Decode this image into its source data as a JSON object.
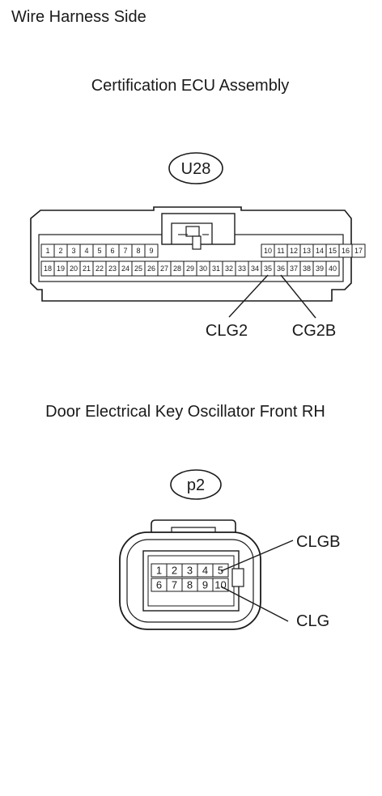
{
  "view_label": "Wire Harness Side",
  "connectors": [
    {
      "id": "u28",
      "component": "Certification ECU Assembly",
      "code": "U28",
      "pins_row1": [
        "1",
        "2",
        "3",
        "4",
        "5",
        "6",
        "7",
        "8",
        "9",
        "",
        "",
        "",
        "",
        "",
        "",
        "",
        "",
        "10",
        "11",
        "12",
        "13",
        "14",
        "15",
        "16",
        "17"
      ],
      "pins_row2": [
        "18",
        "19",
        "20",
        "21",
        "22",
        "23",
        "24",
        "25",
        "26",
        "27",
        "28",
        "29",
        "30",
        "31",
        "32",
        "33",
        "34",
        "35",
        "36",
        "37",
        "38",
        "39",
        "40"
      ],
      "terminals": [
        {
          "name": "CLG2",
          "pin": "35"
        },
        {
          "name": "CG2B",
          "pin": "36"
        }
      ]
    },
    {
      "id": "p2",
      "component": "Door Electrical Key Oscillator Front RH",
      "code": "p2",
      "pins_row1": [
        "1",
        "2",
        "3",
        "4",
        "5"
      ],
      "pins_row2": [
        "6",
        "7",
        "8",
        "9",
        "10"
      ],
      "terminals": [
        {
          "name": "CLGB",
          "pin": "5"
        },
        {
          "name": "CLG",
          "pin": "10"
        }
      ]
    }
  ]
}
